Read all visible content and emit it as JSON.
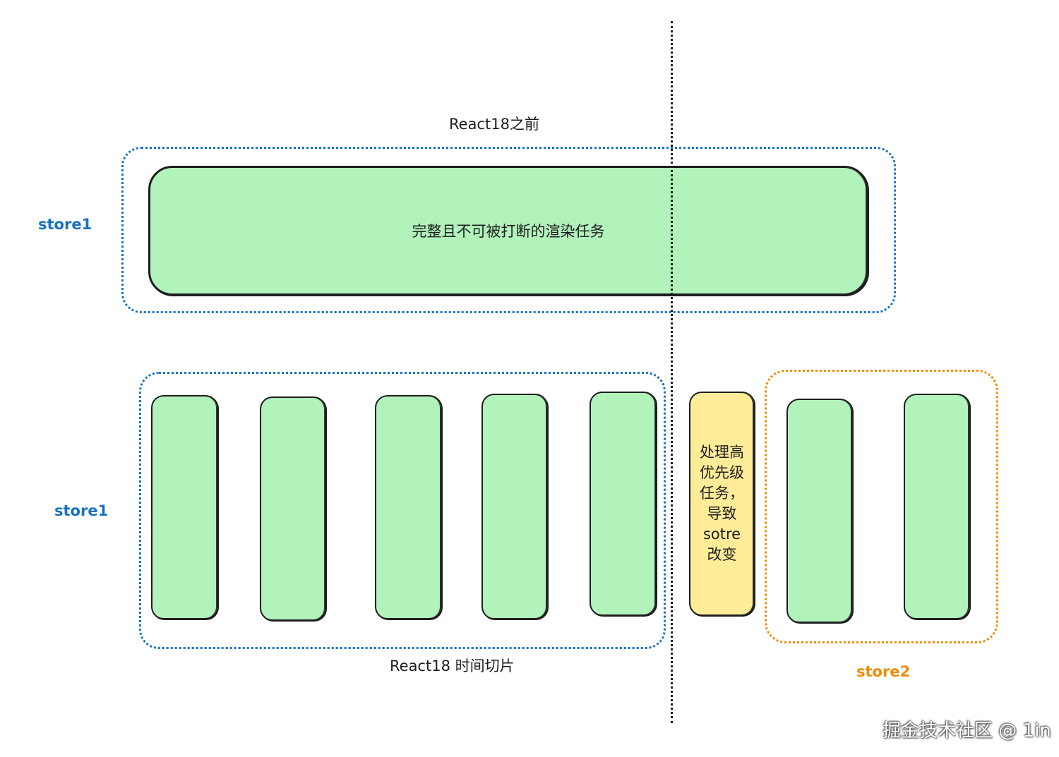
{
  "title_before": "React18之前",
  "row1": {
    "store_label": "store1",
    "task_label": "完整且不可被打断的渲染任务"
  },
  "row2": {
    "store1_label": "store1",
    "slices_label": "React18 时间切片",
    "high_priority_label": "处理高\n优先级\n任务，\n导致\nsotre\n改变",
    "store2_label": "store2"
  },
  "watermark": "掘金技术社区 @ 1in",
  "colors": {
    "green_fill": "#b2f2bb",
    "yellow_fill": "#ffec99",
    "blue_group": "#1971c2",
    "orange_group": "#f08c00",
    "stroke": "#1e1e1e"
  }
}
